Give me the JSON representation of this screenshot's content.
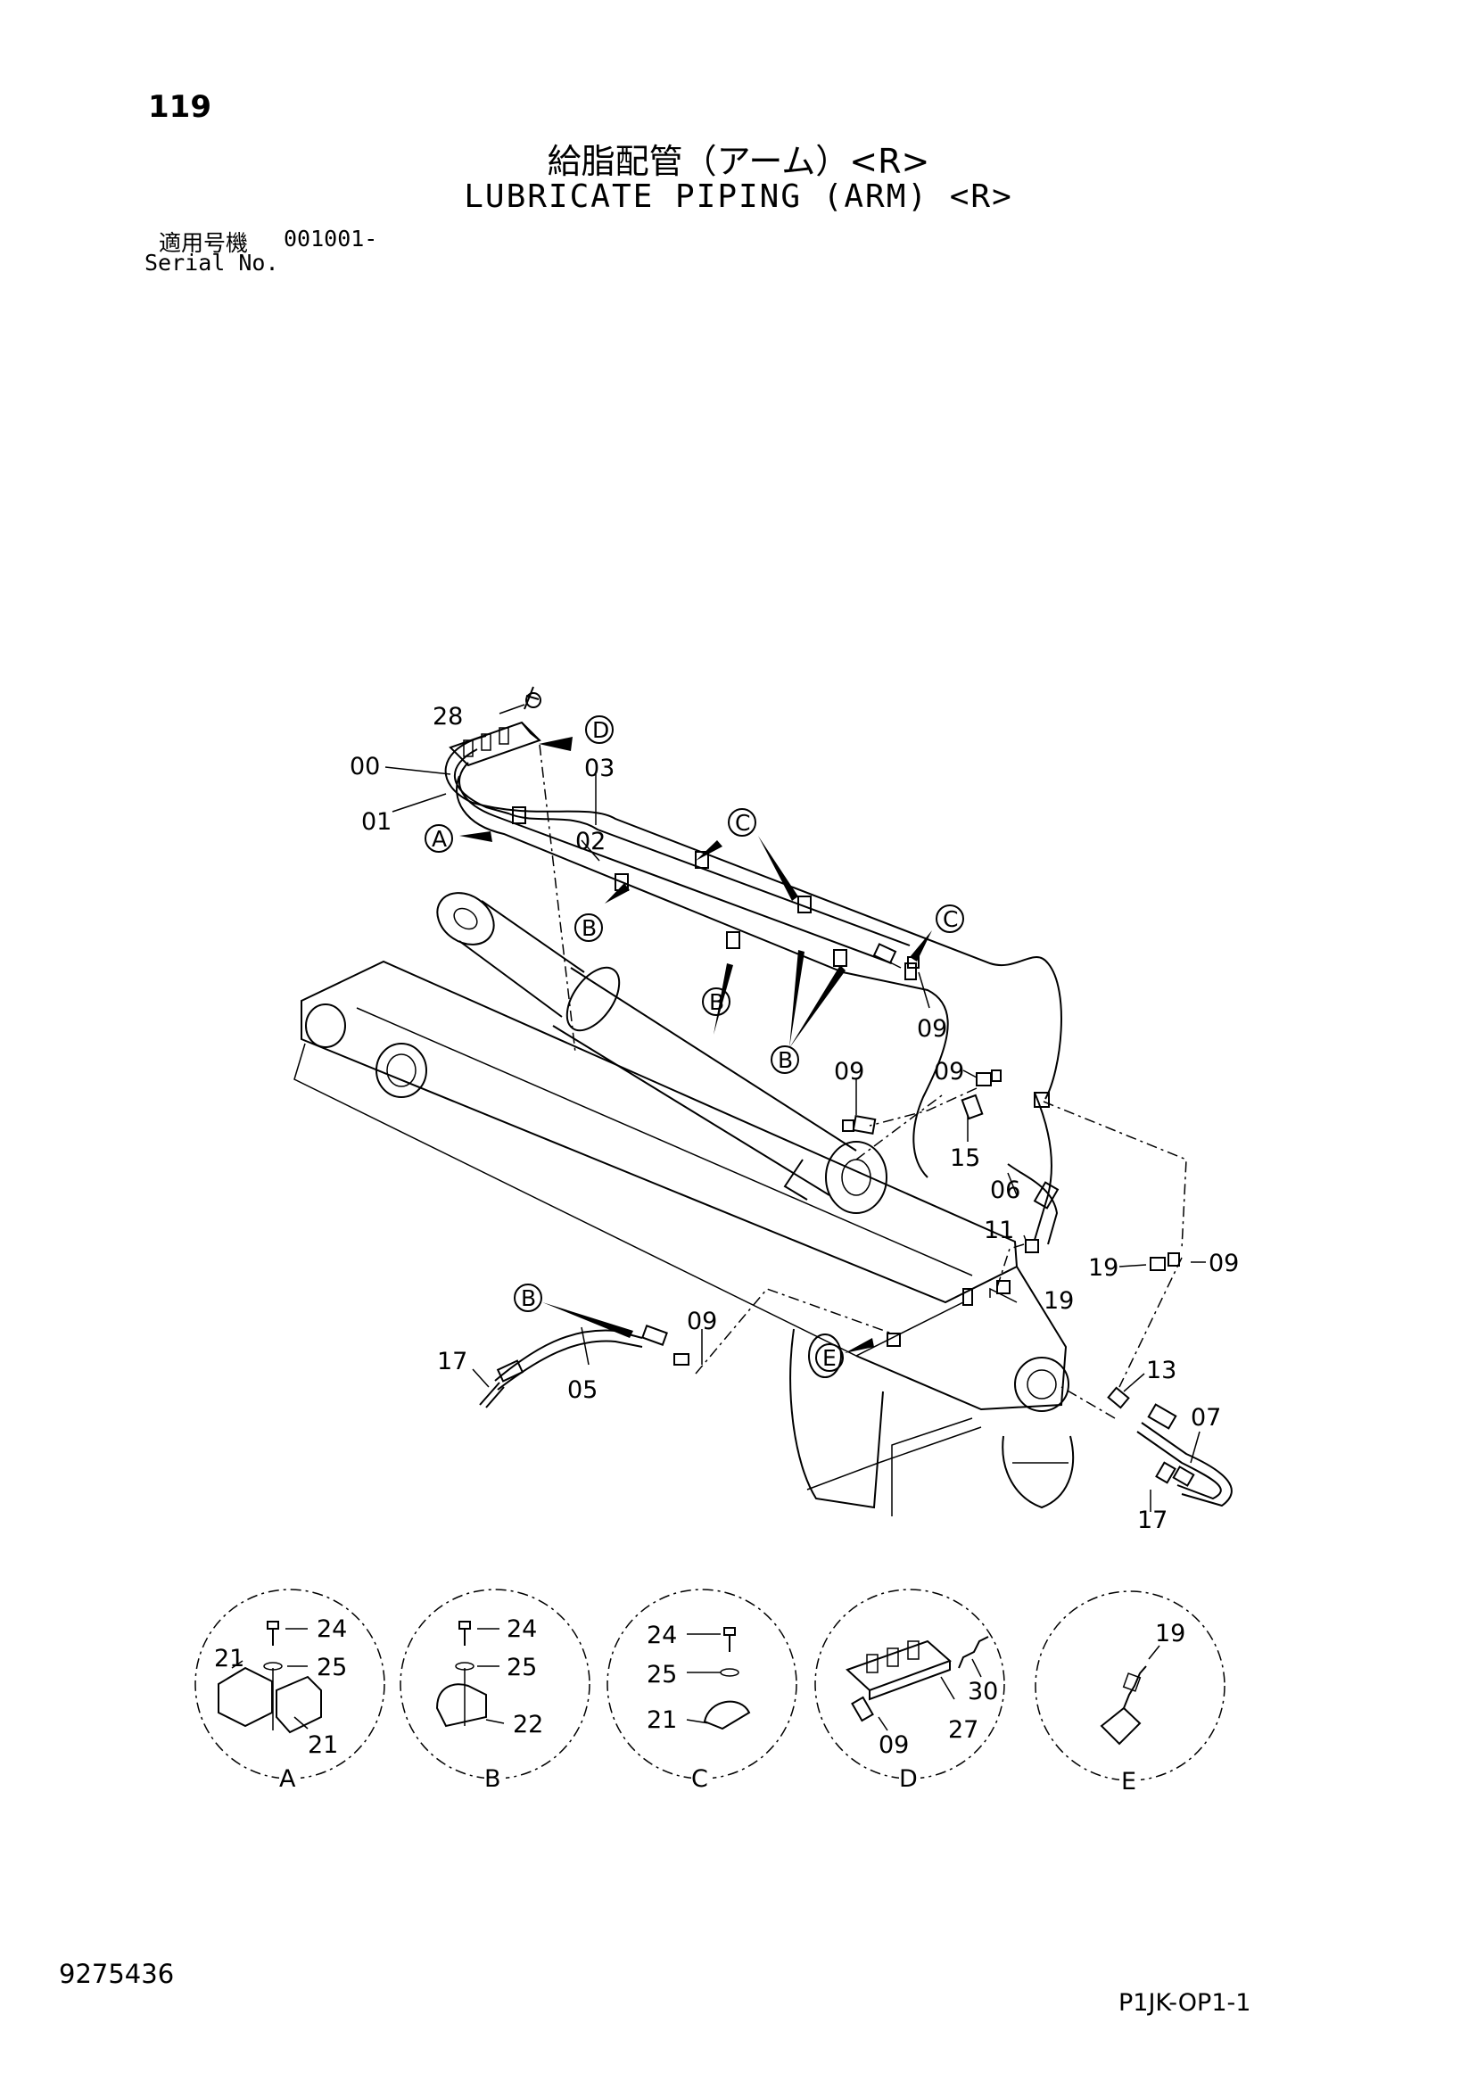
{
  "header": {
    "page_number": "119",
    "title_jp": "給脂配管（アーム）<R>",
    "title_en": "LUBRICATE PIPING (ARM) <R>",
    "serial_jp_label": "適用号機",
    "serial_value": "001001-",
    "serial_en_label": "Serial No."
  },
  "footer": {
    "doc_code": "9275436",
    "sheet_code": "P1JK-OP1-1"
  },
  "part_labels": {
    "p28": "28",
    "p00": "00",
    "p01": "01",
    "p03": "03",
    "p02": "02",
    "p09a": "09",
    "p09b": "09",
    "p09c": "09",
    "p09d": "09",
    "p09e": "09",
    "p15": "15",
    "p06": "06",
    "p11": "11",
    "p19a": "19",
    "p19b": "19",
    "p17a": "17",
    "p05": "05",
    "p13": "13",
    "p07": "07",
    "p17b": "17"
  },
  "callouts": {
    "A": "A",
    "B1": "B",
    "B2": "B",
    "B3": "B",
    "B4": "B",
    "C1": "C",
    "C2": "C",
    "D": "D",
    "E": "E"
  },
  "details": [
    {
      "letter": "A",
      "labels": [
        "24",
        "21",
        "25",
        "21"
      ]
    },
    {
      "letter": "B",
      "labels": [
        "24",
        "25",
        "22"
      ]
    },
    {
      "letter": "C",
      "labels": [
        "24",
        "25",
        "21"
      ]
    },
    {
      "letter": "D",
      "labels": [
        "30",
        "09",
        "27"
      ]
    },
    {
      "letter": "E",
      "labels": [
        "19"
      ]
    }
  ]
}
